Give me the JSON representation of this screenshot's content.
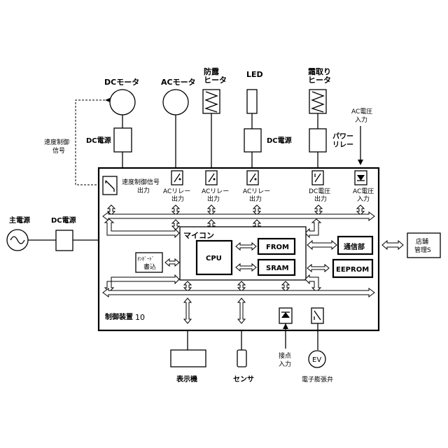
{
  "labels": {
    "dc_motor": "DCモータ",
    "ac_motor": "ACモータ",
    "antidew_heater_1": "防露",
    "antidew_heater_2": "ヒータ",
    "led": "LED",
    "defrost_heater_1": "霜取り",
    "defrost_heater_2": "ヒータ",
    "ac_voltage_input_top_1": "AC電圧",
    "ac_voltage_input_top_2": "入力",
    "speed_signal_1": "速度制御",
    "speed_signal_2": "信号",
    "dc_power_left": "DC電源",
    "dc_power_led": "DC電源",
    "power_relay_1": "パワー",
    "power_relay_2": "リレー",
    "speed_control_output_1": "速度制御信号",
    "speed_control_output_2": "出力",
    "ac_relay_out_1a": "ACリレー",
    "ac_relay_out_1b": "出力",
    "ac_relay_out_2a": "ACリレー",
    "ac_relay_out_2b": "出力",
    "ac_relay_out_3a": "ACリレー",
    "ac_relay_out_3b": "出力",
    "dc_voltage_out_1": "DC電圧",
    "dc_voltage_out_2": "出力",
    "ac_voltage_in_1": "AC電圧",
    "ac_voltage_in_2": "入力",
    "main_power": "主電源",
    "dc_power_main": "DC電源",
    "microcomputer": "マイコン",
    "cpu": "CPU",
    "from": "FROM",
    "sram": "SRAM",
    "comm_unit": "通信部",
    "eeprom": "EEPROM",
    "onboard_1": "ｵﾝﾎﾞｰﾄﾞ",
    "onboard_2": "書込",
    "store_mgmt_1": "店舗",
    "store_mgmt_2": "管理S",
    "control_device": "制御装置",
    "control_device_num": "10",
    "display": "表示機",
    "sensor": "センサ",
    "contact_input_1": "接点",
    "contact_input_2": "入力",
    "ev": "EV",
    "ev_valve": "電子膨張弁"
  }
}
